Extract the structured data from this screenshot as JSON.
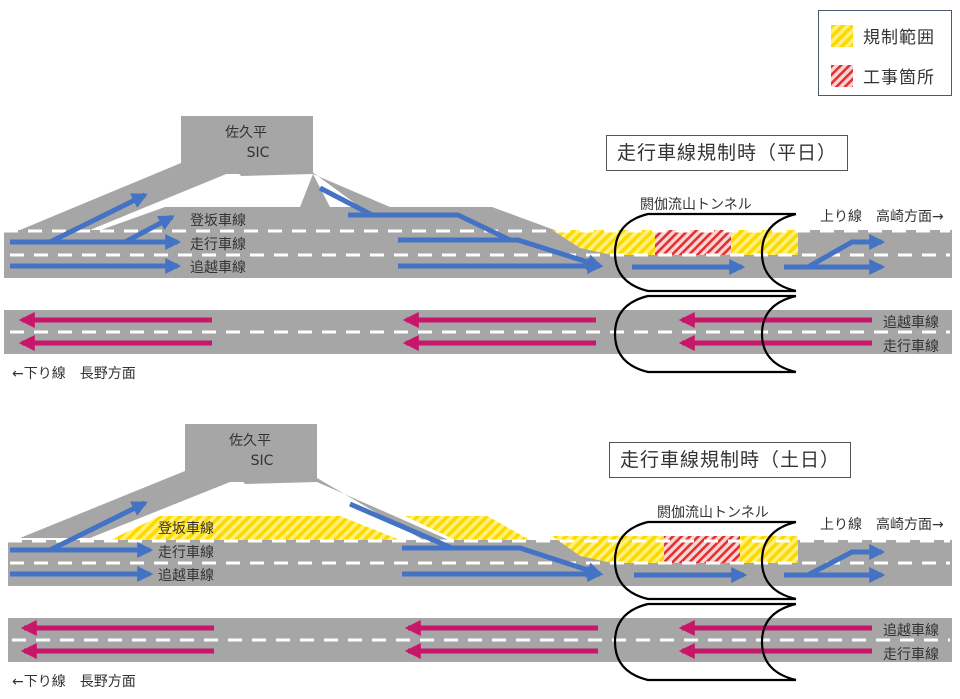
{
  "legend": {
    "items": [
      {
        "label": "規制範囲",
        "pattern": "yellow-hatch",
        "color": "#ffe600"
      },
      {
        "label": "工事箇所",
        "pattern": "red-hatch",
        "color": "#e8333a"
      }
    ]
  },
  "colors": {
    "road": "#a6a6a6",
    "up_arrow": "#4472c4",
    "down_arrow": "#c8176b",
    "regulation": "#ffe600",
    "construction": "#e8333a",
    "tunnel_outline": "#000000"
  },
  "diagrams": [
    {
      "title": "走行車線規制時（平日）",
      "interchange": {
        "name": "佐久平",
        "sub": "SIC"
      },
      "tunnel": "閼伽流山トンネル",
      "up_direction": "上り線　高崎方面→",
      "down_direction": "←下り線　長野方面",
      "up_lanes": {
        "climbing": "登坂車線",
        "driving": "走行車線",
        "passing": "追越車線"
      },
      "down_lanes": {
        "passing": "追越車線",
        "driving": "走行車線"
      },
      "climbing_lane_regulated": false
    },
    {
      "title": "走行車線規制時（土日）",
      "interchange": {
        "name": "佐久平",
        "sub": "SIC"
      },
      "tunnel": "閼伽流山トンネル",
      "up_direction": "上り線　高崎方面→",
      "down_direction": "←下り線　長野方面",
      "up_lanes": {
        "climbing": "登坂車線",
        "driving": "走行車線",
        "passing": "追越車線"
      },
      "down_lanes": {
        "passing": "追越車線",
        "driving": "走行車線"
      },
      "climbing_lane_regulated": true
    }
  ]
}
